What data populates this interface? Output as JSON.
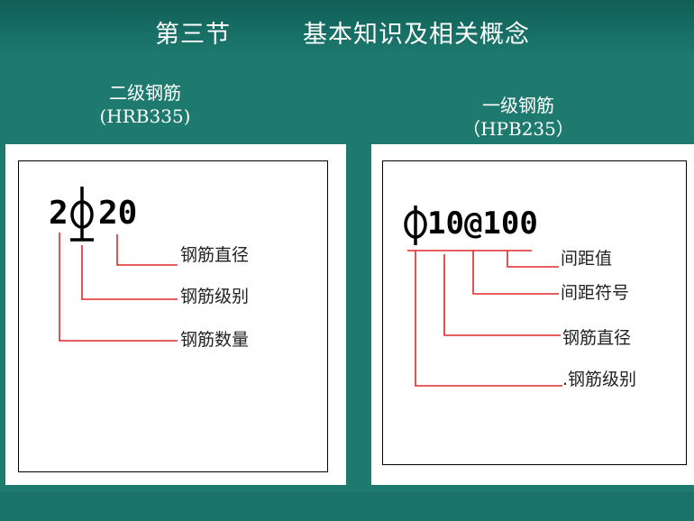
{
  "slide": {
    "section": "第三节",
    "topic": "基本知识及相关概念"
  },
  "left_panel": {
    "heading_line1": "二级钢筋",
    "heading_line2": "(HRB335)",
    "notation_prefix": "2",
    "notation_suffix": "20",
    "callouts": [
      "钢筋直径",
      "钢筋级别",
      "钢筋数量"
    ]
  },
  "right_panel": {
    "heading_line1": "一级钢筋",
    "heading_line2": "（HPB235）",
    "notation_suffix": "10@100",
    "callouts": [
      "间距值",
      "间距符号",
      "钢筋直径",
      ".钢筋级别"
    ]
  },
  "colors": {
    "background": "#1e7a6f",
    "leader_lines": "#e0282a"
  }
}
